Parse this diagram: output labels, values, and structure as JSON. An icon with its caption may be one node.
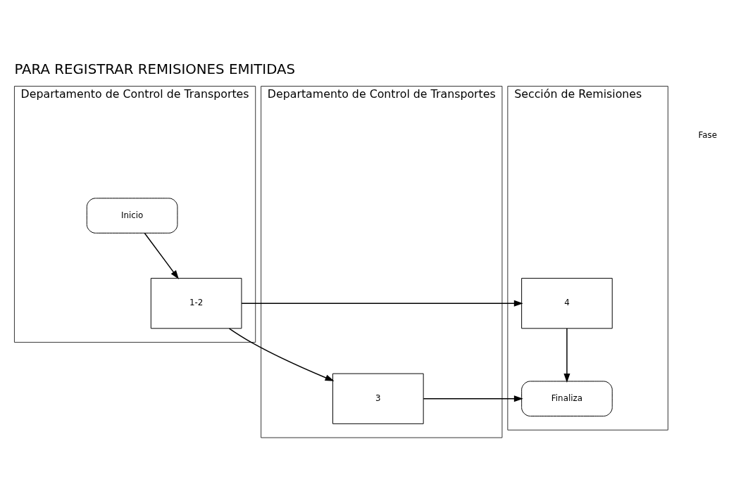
{
  "diagram": {
    "title": "PARA REGISTRAR REMISIONES EMITIDAS",
    "nodes": [
      {
        "text": [
          "Departamento de Control de Transportes"
        ]
      },
      {
        "text": [
          "Departamento de Control de Transportes"
        ]
      },
      {
        "text": [
          "Sección de Remisiones"
        ]
      },
      {
        "text": [
          "Inicio"
        ],
        "in": 0
      },
      {
        "text": [
          "1-2"
        ],
        "in": 0
      },
      {
        "text": [
          "3"
        ],
        "in": 1
      },
      {
        "text": [
          "4"
        ],
        "in": 2
      },
      {
        "text": [
          "Finaliza"
        ],
        "in": 2
      }
    ],
    "edges": [
      {
        "from": 3,
        "to": 4,
        "arrow": "to"
      },
      {
        "from": 4,
        "to": 6,
        "arrow": "to"
      },
      {
        "from": 4,
        "to": 5,
        "arrow": "to"
      },
      {
        "from": 6,
        "to": 7,
        "arrow": "to"
      },
      {
        "from": 5,
        "to": 7,
        "arrow": "to"
      }
    ],
    "labels": [
      "Fase"
    ]
  }
}
